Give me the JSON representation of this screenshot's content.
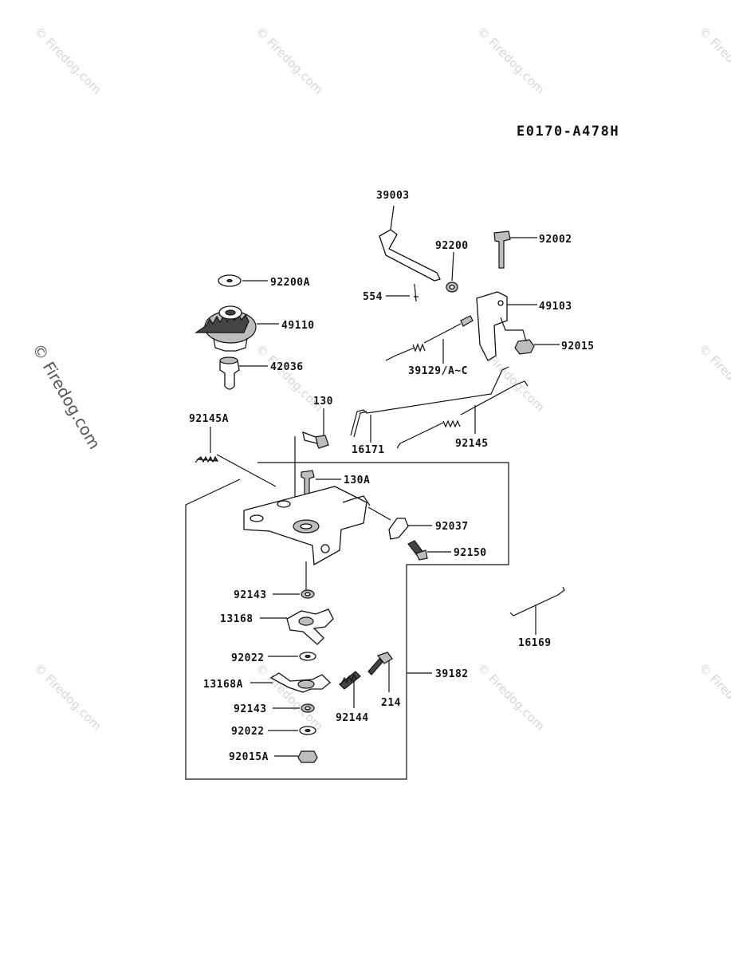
{
  "diagram_code": "E0170-A478H",
  "watermark": "© Firedog.com",
  "parts": [
    "39003",
    "92200",
    "92002",
    "554",
    "49103",
    "92015",
    "39129/A~C",
    "92200A",
    "49110",
    "42036",
    "130",
    "92145A",
    "16171",
    "92145",
    "130A",
    "92037",
    "92150",
    "92143",
    "13168",
    "92022",
    "13168A",
    "92143",
    "92022",
    "92015A",
    "92144",
    "214",
    "39182",
    "16169"
  ]
}
